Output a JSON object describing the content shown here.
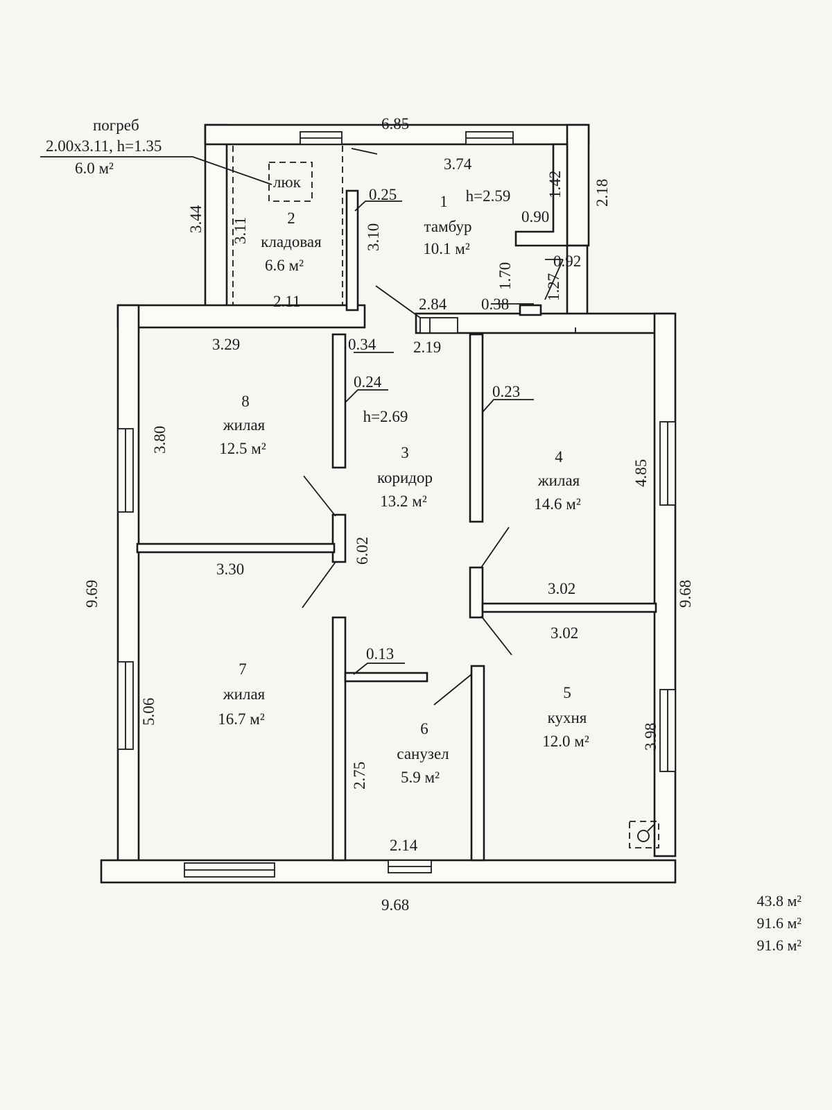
{
  "cellar": {
    "title": "погреб",
    "size": "2.00х3.11, h=1.35",
    "area": "6.0 м²",
    "hatch": "люк"
  },
  "rooms": [
    {
      "num": "1",
      "name": "тамбур",
      "area": "10.1 м²",
      "height": "h=2.59"
    },
    {
      "num": "2",
      "name": "кладовая",
      "area": "6.6 м²"
    },
    {
      "num": "3",
      "name": "коридор",
      "area": "13.2 м²",
      "height": "h=2.69"
    },
    {
      "num": "4",
      "name": "жилая",
      "area": "14.6 м²"
    },
    {
      "num": "5",
      "name": "кухня",
      "area": "12.0 м²"
    },
    {
      "num": "6",
      "name": "санузел",
      "area": "5.9 м²"
    },
    {
      "num": "7",
      "name": "жилая",
      "area": "16.7 м²"
    },
    {
      "num": "8",
      "name": "жилая",
      "area": "12.5 м²"
    }
  ],
  "dims": {
    "d_685": "6.85",
    "d_374": "3.74",
    "d_142": "1.42",
    "d_218": "2.18",
    "d_090": "0.90",
    "d_092": "0.92",
    "d_127": "1.27",
    "d_170": "1.70",
    "d_284": "2.84",
    "d_038": "0.38",
    "d_025": "0.25",
    "d_310": "3.10",
    "d_344": "3.44",
    "d_311": "3.11",
    "d_211": "2.11",
    "d_329": "3.29",
    "d_034": "0.34",
    "d_219": "2.19",
    "d_024": "0.24",
    "d_023": "0.23",
    "d_380": "3.80",
    "d_485": "4.85",
    "d_602": "6.02",
    "d_330": "3.30",
    "d_302a": "3.02",
    "d_302b": "3.02",
    "d_969": "9.69",
    "d_968r": "9.68",
    "d_013": "0.13",
    "d_506": "5.06",
    "d_275": "2.75",
    "d_398": "3.98",
    "d_214": "2.14",
    "d_968b": "9.68"
  },
  "totals": [
    "43.8 м²",
    "91.6 м²",
    "91.6 м²"
  ]
}
